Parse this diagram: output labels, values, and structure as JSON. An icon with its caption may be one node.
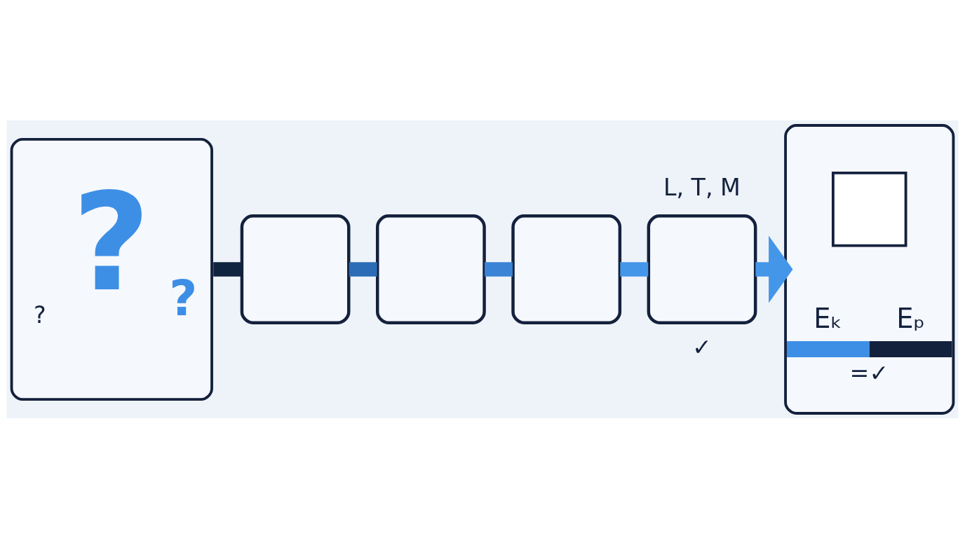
{
  "diagram": {
    "nodes": [
      {
        "text": [
          "?",
          "?",
          "?"
        ]
      },
      {
        "text": [],
        "shape": "box"
      },
      {
        "text": [],
        "shape": "box"
      },
      {
        "text": [],
        "shape": "box"
      },
      {
        "text": [],
        "shape": "box",
        "beside": [
          "L, T, M",
          "✓"
        ]
      },
      {
        "text": [
          "Eₖ",
          "Eₚ",
          "=✓"
        ]
      }
    ],
    "edges": [
      {
        "from": 0,
        "to": 1,
        "arrow": "none",
        "color": "#10233f"
      },
      {
        "from": 1,
        "to": 2,
        "arrow": "none",
        "color": "#2c6cb6"
      },
      {
        "from": 2,
        "to": 3,
        "arrow": "none",
        "color": "#3a83d5"
      },
      {
        "from": 3,
        "to": 4,
        "arrow": "none"
      },
      {
        "from": 4,
        "to": 5,
        "arrow": "to"
      }
    ]
  }
}
